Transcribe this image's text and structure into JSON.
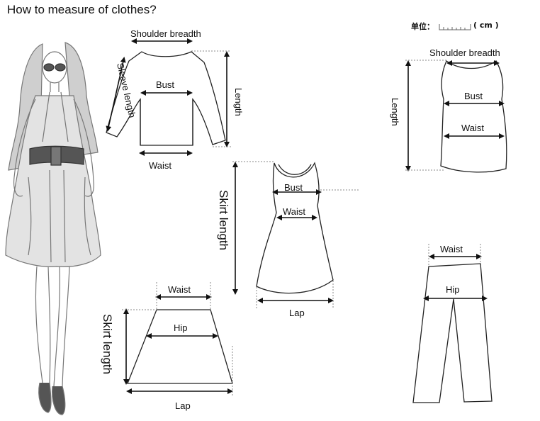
{
  "title": "How to measure of clothes?",
  "unit": {
    "prefix": "单位：",
    "suffix": "( cm )"
  },
  "sweater": {
    "shoulder": "Shoulder breadth",
    "sleeve": "Sleeve length",
    "bust": "Bust",
    "length": "Length",
    "waist": "Waist"
  },
  "tank": {
    "shoulder": "Shoulder breadth",
    "bust": "Bust",
    "waist": "Waist",
    "length": "Length"
  },
  "dress": {
    "bust": "Bust",
    "waist": "Waist",
    "skirt_length": "Skirt length",
    "lap": "Lap"
  },
  "skirt": {
    "waist": "Waist",
    "hip": "Hip",
    "skirt_length": "Skirt length",
    "lap": "Lap"
  },
  "pants": {
    "waist": "Waist",
    "hip": "Hip"
  }
}
